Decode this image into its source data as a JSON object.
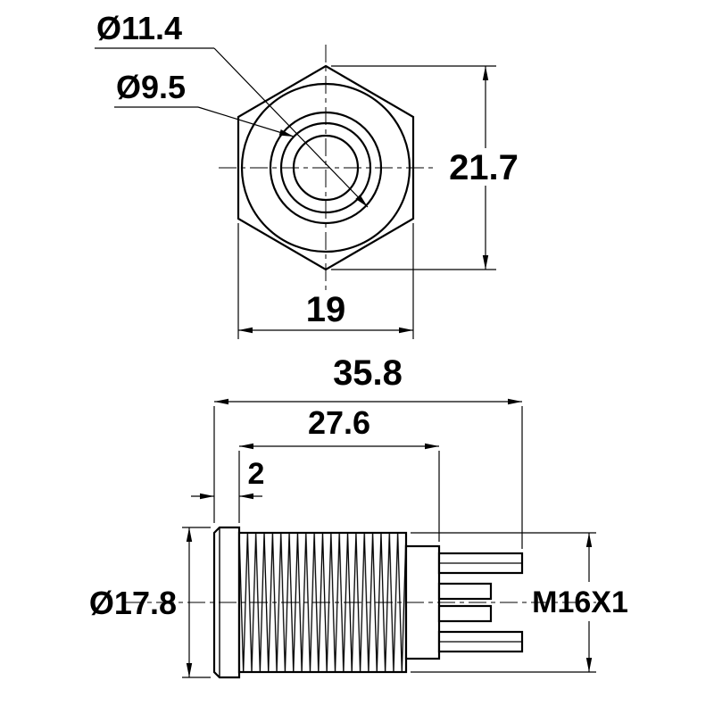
{
  "drawing": {
    "background": "#ffffff",
    "line_color": "#000000",
    "top_view": {
      "callout_outer": "Ø11.4",
      "callout_inner": "Ø9.5",
      "height_across_corners": "21.7",
      "width_across_flats": "19"
    },
    "side_view": {
      "total_length": "35.8",
      "thread_length": "27.6",
      "head_thickness": "2",
      "head_diameter": "Ø17.8",
      "thread_spec": "M16X1"
    }
  }
}
